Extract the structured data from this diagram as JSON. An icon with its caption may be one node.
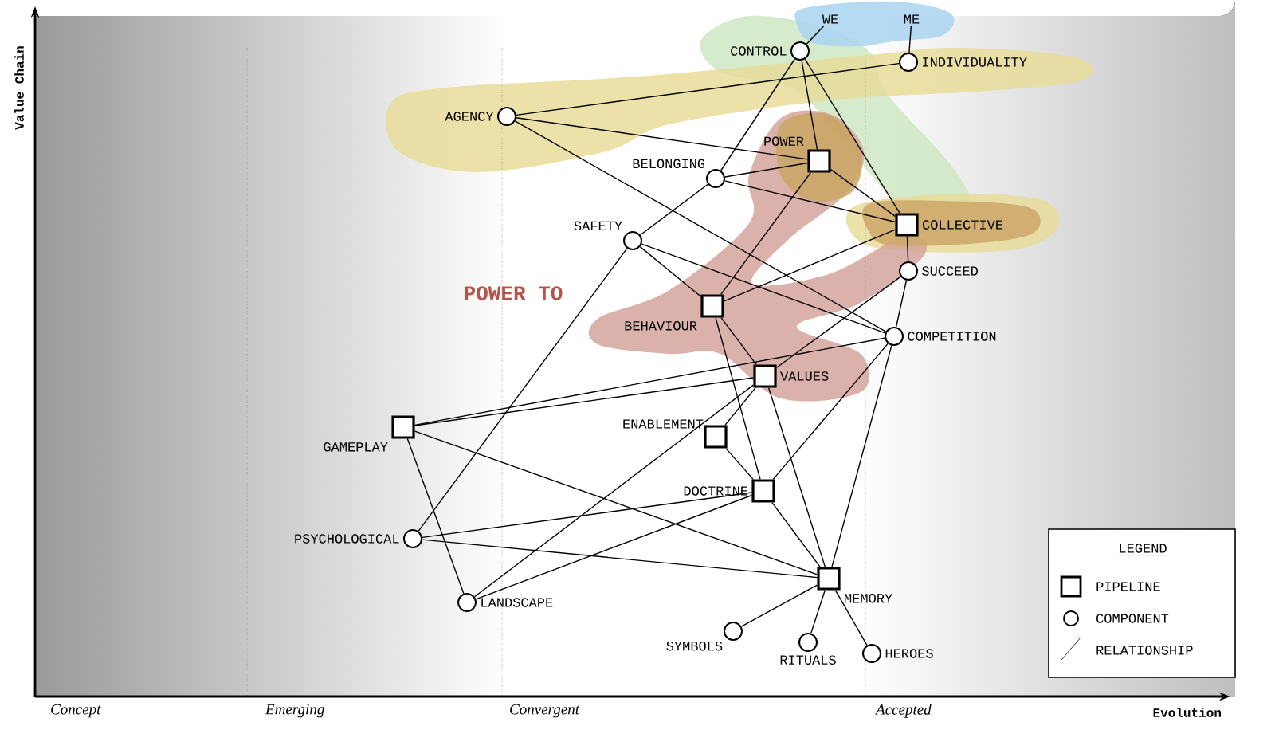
{
  "diagram": {
    "nodes": [
      {
        "text": [
          "WE"
        ]
      },
      {
        "text": [
          "ME"
        ]
      },
      {
        "text": [
          "CONTROL"
        ]
      },
      {
        "text": [
          "INDIVIDUALITY"
        ]
      },
      {
        "text": [
          "AGENCY"
        ]
      },
      {
        "text": [
          "POWER"
        ]
      },
      {
        "text": [
          "BELONGING"
        ]
      },
      {
        "text": [
          "COLLECTIVE"
        ]
      },
      {
        "text": [
          "SAFETY"
        ]
      },
      {
        "text": [
          "SUCCEED"
        ]
      },
      {
        "text": [
          "BEHAVIOUR"
        ]
      },
      {
        "text": [
          "COMPETITION"
        ]
      },
      {
        "text": [
          "VALUES"
        ]
      },
      {
        "text": [
          "GAMEPLAY"
        ]
      },
      {
        "text": [
          "ENABLEMENT"
        ]
      },
      {
        "text": [
          "DOCTRINE"
        ]
      },
      {
        "text": [
          "PSYCHOLOGICAL"
        ]
      },
      {
        "text": [
          "MEMORY"
        ]
      },
      {
        "text": [
          "LANDSCAPE"
        ]
      },
      {
        "text": [
          "SYMBOLS"
        ]
      },
      {
        "text": [
          "RITUALS"
        ]
      },
      {
        "text": [
          "HEROES"
        ]
      }
    ],
    "edges": [
      {
        "from": 2,
        "to": 0,
        "arrow": "none"
      },
      {
        "from": 1,
        "to": 3,
        "arrow": "none"
      },
      {
        "from": 4,
        "to": 3,
        "arrow": "none"
      },
      {
        "from": 4,
        "to": 5,
        "arrow": "none"
      },
      {
        "from": 4,
        "to": 11,
        "arrow": "none"
      },
      {
        "from": 2,
        "to": 6,
        "arrow": "none"
      },
      {
        "from": 2,
        "to": 5,
        "arrow": "none"
      },
      {
        "from": 2,
        "to": 7,
        "arrow": "none"
      },
      {
        "from": 6,
        "to": 5,
        "arrow": "none"
      },
      {
        "from": 6,
        "to": 7,
        "arrow": "none"
      },
      {
        "from": 6,
        "to": 8,
        "arrow": "none"
      },
      {
        "from": 5,
        "to": 7,
        "arrow": "none"
      },
      {
        "from": 5,
        "to": 10,
        "arrow": "none"
      },
      {
        "from": 7,
        "to": 10,
        "arrow": "none"
      },
      {
        "from": 7,
        "to": 9,
        "arrow": "none"
      },
      {
        "from": 8,
        "to": 10,
        "arrow": "none"
      },
      {
        "from": 8,
        "to": 11,
        "arrow": "none"
      },
      {
        "from": 8,
        "to": 16,
        "arrow": "none"
      },
      {
        "from": 9,
        "to": 12,
        "arrow": "none"
      },
      {
        "from": 9,
        "to": 11,
        "arrow": "none"
      },
      {
        "from": 11,
        "to": 17,
        "arrow": "none"
      },
      {
        "from": 11,
        "to": 13,
        "arrow": "none"
      },
      {
        "from": 11,
        "to": 15,
        "arrow": "none"
      },
      {
        "from": 10,
        "to": 12,
        "arrow": "none"
      },
      {
        "from": 10,
        "to": 15,
        "arrow": "none"
      },
      {
        "from": 12,
        "to": 13,
        "arrow": "none"
      },
      {
        "from": 12,
        "to": 14,
        "arrow": "none"
      },
      {
        "from": 12,
        "to": 18,
        "arrow": "none"
      },
      {
        "from": 12,
        "to": 17,
        "arrow": "none"
      },
      {
        "from": 14,
        "to": 15,
        "arrow": "none"
      },
      {
        "from": 15,
        "to": 16,
        "arrow": "none"
      },
      {
        "from": 15,
        "to": 18,
        "arrow": "none"
      },
      {
        "from": 15,
        "to": 17,
        "arrow": "none"
      },
      {
        "from": 13,
        "to": 18,
        "arrow": "none"
      },
      {
        "from": 13,
        "to": 17,
        "arrow": "none"
      },
      {
        "from": 16,
        "to": 17,
        "arrow": "none"
      },
      {
        "from": 17,
        "to": 19,
        "arrow": "none"
      },
      {
        "from": 17,
        "to": 20,
        "arrow": "none"
      },
      {
        "from": 17,
        "to": 21,
        "arrow": "none"
      }
    ],
    "labels": [
      "Value Chain",
      "POWER TO",
      "LEGEND",
      "Concept",
      "Emerging",
      "Convergent",
      "Accepted",
      "Evolution"
    ],
    "legend": [
      {
        "text": "PIPELINE"
      },
      {
        "text": "COMPONENT"
      },
      {
        "text": "RELATIONSHIP"
      }
    ]
  }
}
